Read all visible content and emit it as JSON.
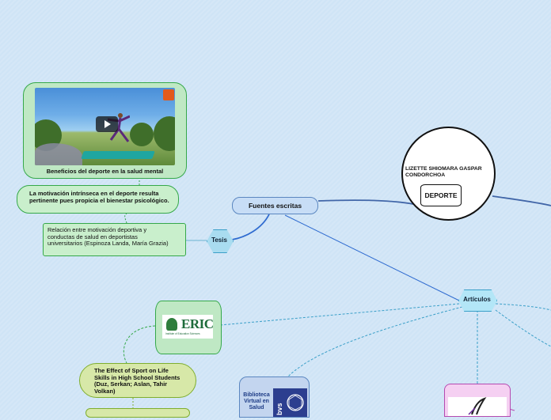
{
  "central": {
    "author": "LIZETTE SHIOMARA GASPAR CONDORCHOA",
    "topic": "DEPORTE"
  },
  "branches": {
    "fuentes": "Fuentes escritas",
    "tesis": "Tesis",
    "articulos": "Artículos"
  },
  "tesis_nodes": {
    "video_caption": "Beneficios del deporte en la salud mental",
    "motivation": "La motivación intrínseca en el deporte resulta pertinente pues propicia el bienestar psicológico.",
    "relation": "Relación entre motivación deportiva y conductas de salud en deportistas universitarios (Espinoza Landa, María Grazia)"
  },
  "articulos_nodes": {
    "eric_logo": "ERIC",
    "eric_sub": "Institute of Education Sciences",
    "effect": "The Effect of Sport on Life Skills in High School Students (Duz, Serkan; Aslan, Tahir Volkan)",
    "bvs_text": "Biblioteca Virtual en Salud",
    "bvs_logo": "bvs"
  },
  "colors": {
    "background": "#cfe4f6",
    "tesis_green": "#35a84a",
    "fuentes_blue": "#5b87c0",
    "articulos_cyan": "#3a9fc8"
  }
}
